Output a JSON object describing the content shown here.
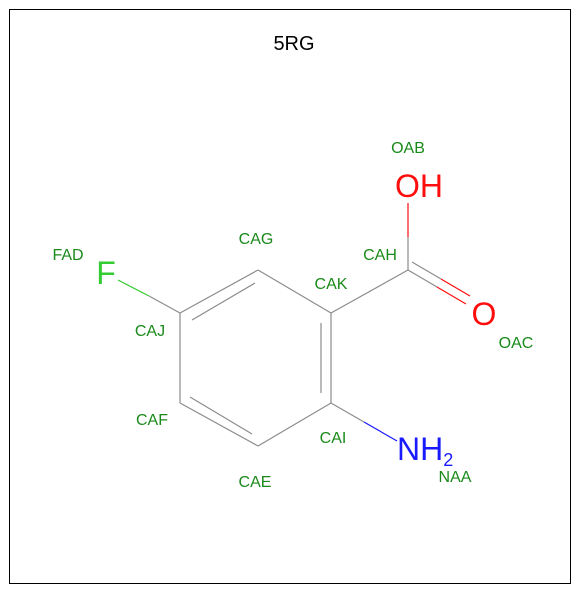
{
  "title": "5RG",
  "colors": {
    "carbon_label": "#1a8a1a",
    "fluorine": "#33cc33",
    "oxygen": "#ff0d0d",
    "nitrogen": "#1a1aff",
    "bond": "#8c8c8c",
    "border": "#000000"
  },
  "atom_labels": {
    "oab": "OAB",
    "cag": "CAG",
    "cah": "CAH",
    "fad": "FAD",
    "cak": "CAK",
    "caj": "CAJ",
    "oac": "OAC",
    "caf": "CAF",
    "cai": "CAI",
    "cae": "CAE",
    "naa": "NAA"
  },
  "element_symbols": {
    "fluorine": "F",
    "hydroxyl": "OH",
    "carbonyl_oxygen": "O",
    "amine": "NH",
    "amine_subscript": "2"
  }
}
